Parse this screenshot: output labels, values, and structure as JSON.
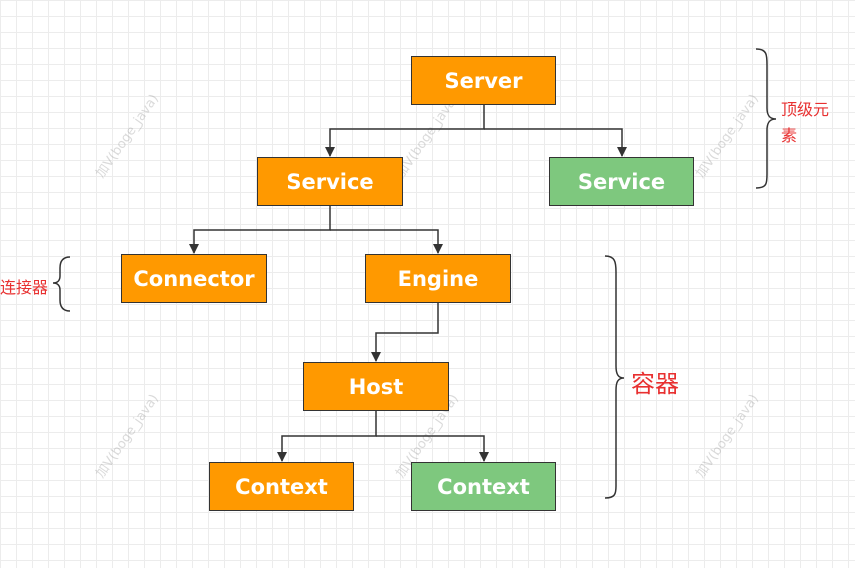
{
  "nodes": {
    "server": "Server",
    "service_main": "Service",
    "service_second": "Service",
    "connector": "Connector",
    "engine": "Engine",
    "host": "Host",
    "context_orange": "Context",
    "context_green": "Context"
  },
  "annotations": {
    "top_level_line1": "顶级元",
    "top_level_line2": "素",
    "connector_label": "连接器",
    "container_label": "容器"
  },
  "watermark": "加V(boge_java)",
  "colors": {
    "primary_node": "#ff9900",
    "secondary_node": "#7ec87e",
    "annotation_text": "#e83030",
    "connector_line": "#333333"
  }
}
